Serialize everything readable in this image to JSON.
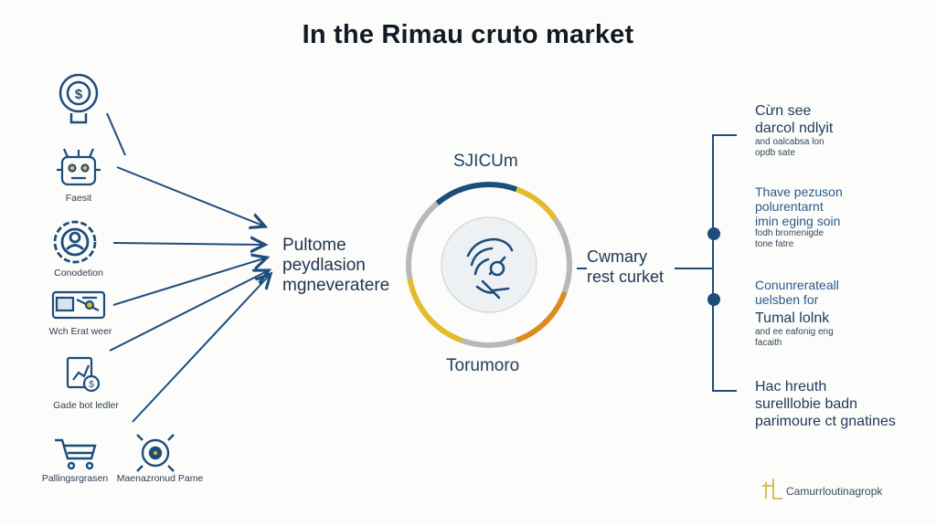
{
  "title": "In the Rimau cruto market",
  "left_icons": [
    {
      "icon": "dollar-gear-icon",
      "label": ""
    },
    {
      "icon": "robot-icon",
      "label": "Faesit"
    },
    {
      "icon": "user-gear-icon",
      "label": "Conodetion"
    },
    {
      "icon": "wallet-icon",
      "label": "Wch Erat weer"
    },
    {
      "icon": "document-chart-icon",
      "label": "Gade bot ledler"
    },
    {
      "icon": "cart-icon",
      "label": "Pallingsrgrasen"
    },
    {
      "icon": "target-icon",
      "label": "Maenazronud Pame"
    }
  ],
  "center_text": [
    "Pultome",
    "peydlasion",
    "mgneveratere"
  ],
  "ring": {
    "top_label": "SJICUm",
    "bottom_label": "Torumoro",
    "side_text": [
      "Cwmary",
      "rest curket"
    ],
    "segments": [
      {
        "color": "#e3bc2a",
        "from": -150,
        "to": -100
      },
      {
        "color": "#b8b8b8",
        "from": -100,
        "to": -40
      },
      {
        "color": "#1d4d7b",
        "from": -40,
        "to": 20
      },
      {
        "color": "#e3bc2a",
        "from": 20,
        "to": 55
      },
      {
        "color": "#b8b8b8",
        "from": 55,
        "to": 110
      },
      {
        "color": "#dd8a1e",
        "from": 110,
        "to": 160
      },
      {
        "color": "#b8b8b8",
        "from": 160,
        "to": 200
      },
      {
        "color": "#e3bc2a",
        "from": 200,
        "to": 210
      }
    ]
  },
  "right_blocks": [
    {
      "head": [
        "Cừn see",
        "darcol ndlyit"
      ],
      "small": [
        "and oalcabsa lon",
        "opdb sate"
      ]
    },
    {
      "blue": [
        "Thave pezuson",
        "polurentarnt",
        "imin eging soin"
      ],
      "small": [
        "fodh bromenigde",
        "tone fatre"
      ]
    },
    {
      "blue": [
        "Conunrerateall",
        "uelsben for"
      ],
      "head2": [
        "Tumal lolnk"
      ],
      "small": [
        "and ee eafonig eng",
        "facaith"
      ]
    },
    {
      "head": [
        "Hac hreuth",
        "surelllobie badn",
        "parimoure ct gnatines"
      ],
      "small": []
    }
  ],
  "brand": "Camurrloutinagropk",
  "colors": {
    "navy": "#1d4d7b",
    "gold": "#e3bc2a",
    "orange": "#dd8a1e",
    "grey": "#b8b8b8"
  }
}
